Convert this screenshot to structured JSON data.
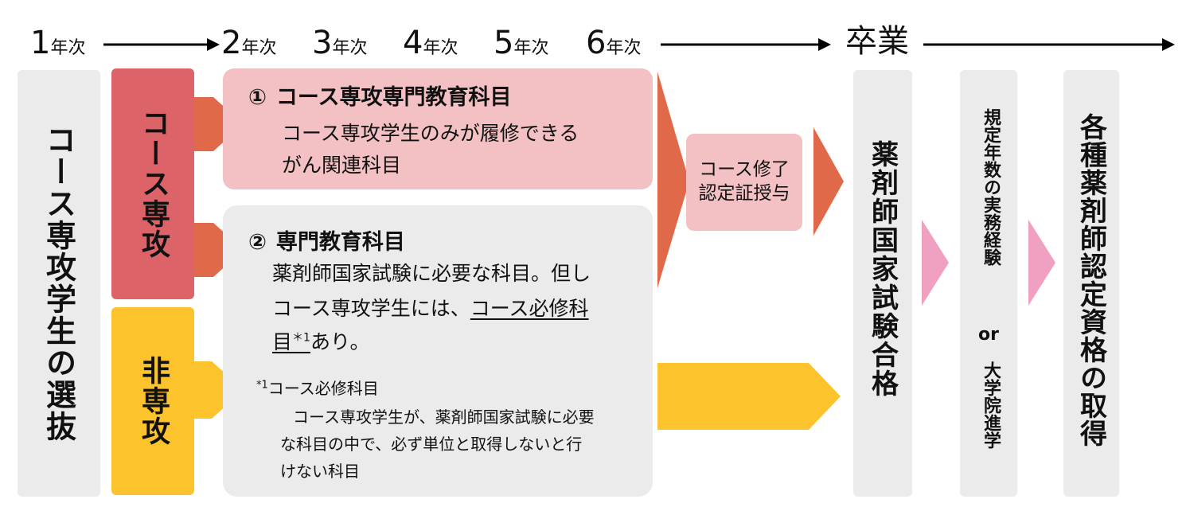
{
  "timeline": {
    "years": [
      {
        "num": "1",
        "unit": "年次"
      },
      {
        "num": "2",
        "unit": "年次"
      },
      {
        "num": "3",
        "unit": "年次"
      },
      {
        "num": "4",
        "unit": "年次"
      },
      {
        "num": "5",
        "unit": "年次"
      },
      {
        "num": "6",
        "unit": "年次"
      }
    ],
    "graduation": "卒業"
  },
  "selection_label": "コース専攻学生の選抜",
  "tracks": {
    "major": "コース専攻",
    "non_major": "非専攻"
  },
  "course1": {
    "number": "①",
    "title": "コース専攻専門教育科目",
    "desc_line1": "コース専攻学生のみが履修できる",
    "desc_line2": "がん関連科目"
  },
  "course2": {
    "number": "②",
    "title": "専門教育科目",
    "desc_line1": "薬剤師国家試験に必要な科目。但し",
    "desc_line2_a": "コース専攻学生には、",
    "desc_line2_b": "コース必修科",
    "desc_line3_a": "目",
    "desc_line3_sup": "＊1",
    "desc_line3_b": "あり。",
    "footnote_mark": "*1",
    "footnote_title": "コース必修科目",
    "footnote_line1": "コース専攻学生が、薬剤師国家試験に必要",
    "footnote_line2": "な科目の中で、必ず単位と取得しないと行",
    "footnote_line3": "けない科目"
  },
  "certificate": {
    "line1": "コース修了",
    "line2": "認定証授与"
  },
  "exam": "薬剤師国家試験合格",
  "experience": {
    "top": "規定年数の実務経験",
    "or": "or",
    "bottom": "大学院進学"
  },
  "qualification": "各種薬剤師認定資格の取得",
  "colors": {
    "major_red": "#dc6468",
    "orange_arrow": "#e0694a",
    "pink_box": "#f3c1c3",
    "yellow": "#fcc32c",
    "gray": "#ebebeb",
    "pink_arrow": "#f0a0c0"
  }
}
